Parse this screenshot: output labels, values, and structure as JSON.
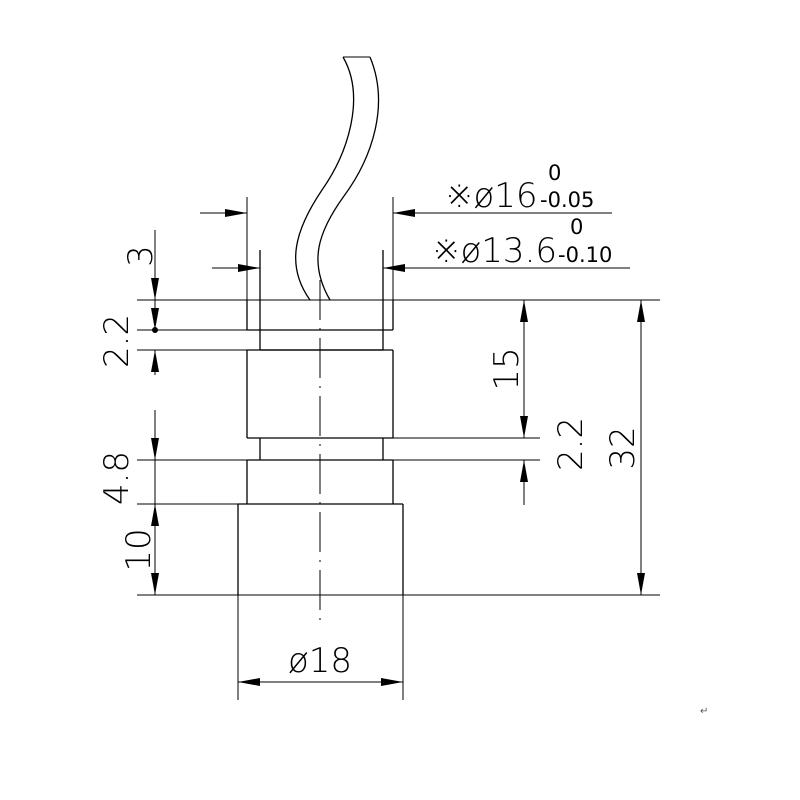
{
  "dimensions": {
    "top_outer_diameter": {
      "symbol": "※",
      "value": "ø16",
      "tol_upper": "0",
      "tol_lower": "-0.05"
    },
    "top_inner_diameter": {
      "symbol": "※",
      "value": "ø13.6",
      "tol_upper": "0",
      "tol_lower": "-0.10"
    },
    "base_diameter": "ø18",
    "left": [
      "3",
      "2.2",
      "4.8",
      "10"
    ],
    "right_inner": [
      "15",
      "2.2"
    ],
    "right_total": "32"
  },
  "return_mark": "↵"
}
